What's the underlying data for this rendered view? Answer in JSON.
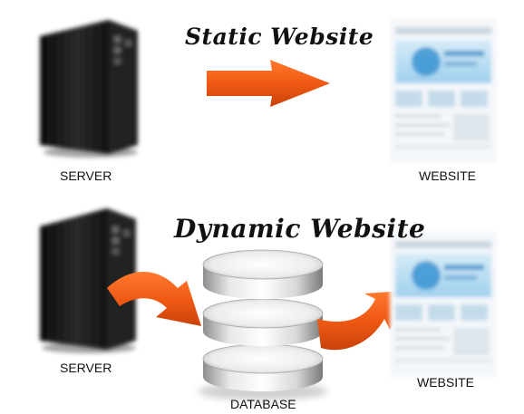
{
  "titles": {
    "static": "Static Website",
    "dynamic": "Dynamic Website"
  },
  "labels": {
    "server_top": "SERVER",
    "website_top": "WEBSITE",
    "server_bottom": "SERVER",
    "website_bottom": "WEBSITE",
    "database": "DATABASE"
  },
  "colors": {
    "arrow": "#f05a14",
    "server_body": "#1b1b1b",
    "website_accent": "#2f8fd0",
    "database_disk": "#c9c9c9"
  },
  "icons": [
    "server-icon",
    "website-thumbnail-icon",
    "database-icon",
    "arrow-right-icon",
    "curved-arrow-icon"
  ]
}
